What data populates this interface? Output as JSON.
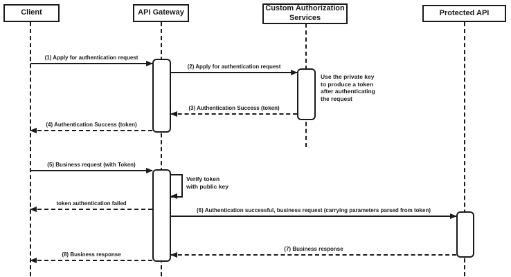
{
  "actors": [
    {
      "label": "Client"
    },
    {
      "label": "API Gateway"
    },
    {
      "label": "Custom Authorization Services"
    },
    {
      "label": "Protected API"
    }
  ],
  "messages": [
    {
      "label": "(1) Apply for authentication request",
      "from": "Client",
      "to": "API Gateway",
      "style": "solid"
    },
    {
      "label": "(2) Apply for authentication request",
      "from": "API Gateway",
      "to": "Custom Authorization Services",
      "style": "solid"
    },
    {
      "label": "(3) Authentication Success (token)",
      "from": "Custom Authorization Services",
      "to": "API Gateway",
      "style": "dashed"
    },
    {
      "label": "(4) Authentication Success (token)",
      "from": "API Gateway",
      "to": "Client",
      "style": "dashed"
    },
    {
      "label": "(5) Business request (with Token)",
      "from": "Client",
      "to": "API Gateway",
      "style": "solid"
    },
    {
      "label": "token authentication failed",
      "from": "API Gateway",
      "to": "Client",
      "style": "dashed"
    },
    {
      "label": "(6) Authentication successful, business request (carrying parameters parsed from token)",
      "from": "API Gateway",
      "to": "Protected API",
      "style": "solid"
    },
    {
      "label": "(7) Business response",
      "from": "Protected API",
      "to": "API Gateway",
      "style": "dashed"
    },
    {
      "label": "(8) Business response",
      "from": "API Gateway",
      "to": "Client",
      "style": "dashed"
    }
  ],
  "self_message": {
    "label": "Verify token with public key",
    "actor": "API Gateway"
  },
  "note": {
    "label": "Use the private key to produce a token after authenticating the request",
    "actor": "Custom Authorization Services"
  },
  "colors": {
    "line": "#1a1a1a",
    "background": "#ffffff"
  }
}
